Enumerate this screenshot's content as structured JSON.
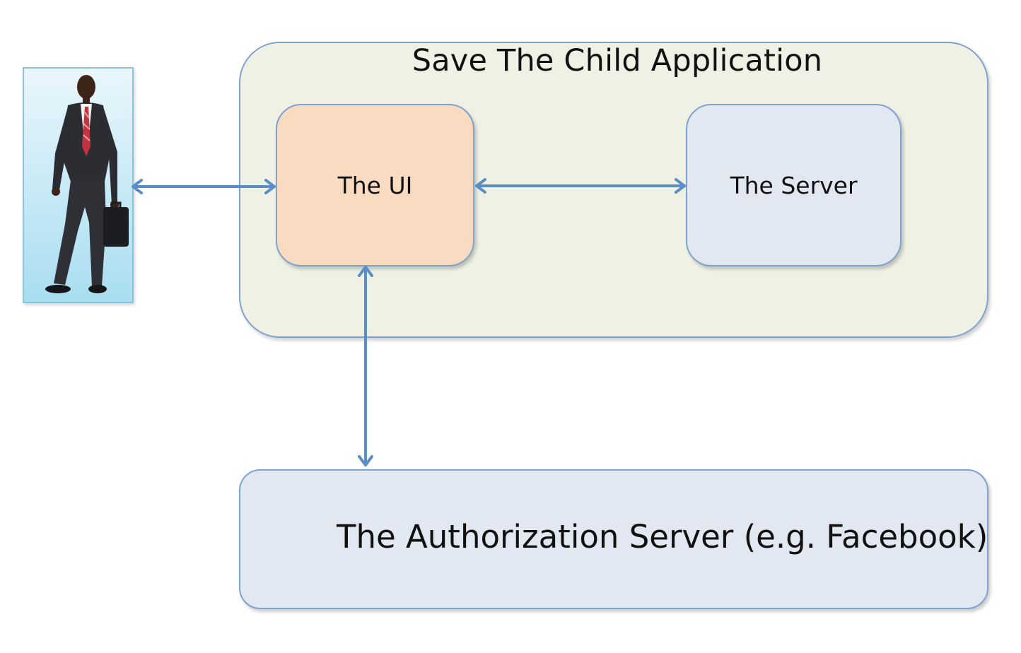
{
  "application": {
    "title": "Save The Child Application"
  },
  "components": {
    "ui": "The UI",
    "server": "The Server",
    "auth_server": "The Authorization Server (e.g. Facebook)"
  },
  "user": {
    "icon": "businessman-icon"
  },
  "colors": {
    "app_background": "#eef1e4",
    "ui_fill": "#f9dbc1",
    "server_fill": "#e1e8f2",
    "border": "#7fa3cf",
    "arrow": "#5b8ec6"
  }
}
